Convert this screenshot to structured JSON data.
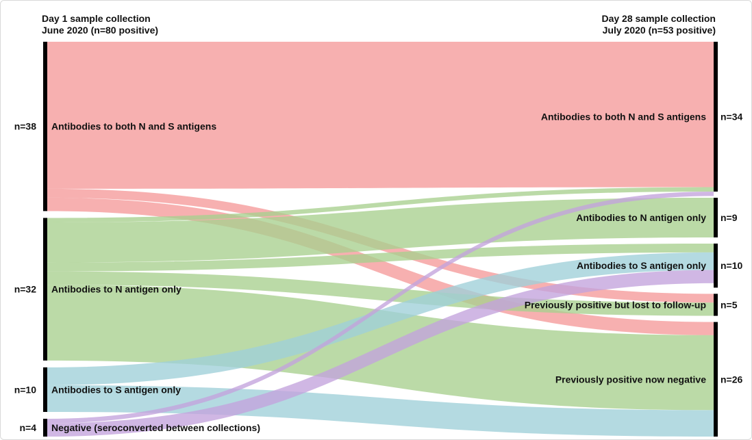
{
  "header_left": {
    "line1": "Day 1  sample collection",
    "line2": "June 2020 (n=80 positive)"
  },
  "header_right": {
    "line1": "Day 28 sample collection",
    "line2": "July 2020 (n=53 positive)"
  },
  "colors": {
    "both": "#f59a9a",
    "n_only": "#a8cf8e",
    "s_only": "#9fd0d8",
    "negative": "#c3a3dc",
    "node_bar": "#000000"
  },
  "chart_data": {
    "type": "sankey",
    "left_nodes": [
      {
        "id": "both",
        "label": "Antibodies to both N and S antigens",
        "count_label": "n=38",
        "value": 38
      },
      {
        "id": "n_only",
        "label": "Antibodies to N antigen only",
        "count_label": "n=32",
        "value": 32
      },
      {
        "id": "s_only",
        "label": "Antibodies to S antigen only",
        "count_label": "n=10",
        "value": 10
      },
      {
        "id": "negative",
        "label": "Negative (seroconverted between collections)",
        "count_label": "n=4",
        "value": 4
      }
    ],
    "right_nodes": [
      {
        "id": "both",
        "label": "Antibodies to both N and S antigens",
        "count_label": "n=34",
        "value": 34
      },
      {
        "id": "n_only",
        "label": "Antibodies to N antigen only",
        "count_label": "n=9",
        "value": 9
      },
      {
        "id": "s_only",
        "label": "Antibodies to S antigen only",
        "count_label": "n=10",
        "value": 10
      },
      {
        "id": "lost",
        "label": "Previously positive but lost to follow-up",
        "count_label": "n=5",
        "value": 5
      },
      {
        "id": "negative_now",
        "label": "Previously positive now negative",
        "count_label": "n=26",
        "value": 26
      }
    ],
    "links": [
      {
        "source": "both",
        "target": "both",
        "value": 33
      },
      {
        "source": "both",
        "target": "lost",
        "value": 2
      },
      {
        "source": "both",
        "target": "negative_now",
        "value": 3
      },
      {
        "source": "n_only",
        "target": "both",
        "value": 1
      },
      {
        "source": "n_only",
        "target": "n_only",
        "value": 9
      },
      {
        "source": "n_only",
        "target": "s_only",
        "value": 2
      },
      {
        "source": "n_only",
        "target": "lost",
        "value": 3
      },
      {
        "source": "n_only",
        "target": "negative_now",
        "value": 17
      },
      {
        "source": "s_only",
        "target": "s_only",
        "value": 4
      },
      {
        "source": "s_only",
        "target": "negative_now",
        "value": 6
      },
      {
        "source": "negative",
        "target": "both",
        "value": 1
      },
      {
        "source": "negative",
        "target": "s_only",
        "value": 3
      }
    ]
  }
}
